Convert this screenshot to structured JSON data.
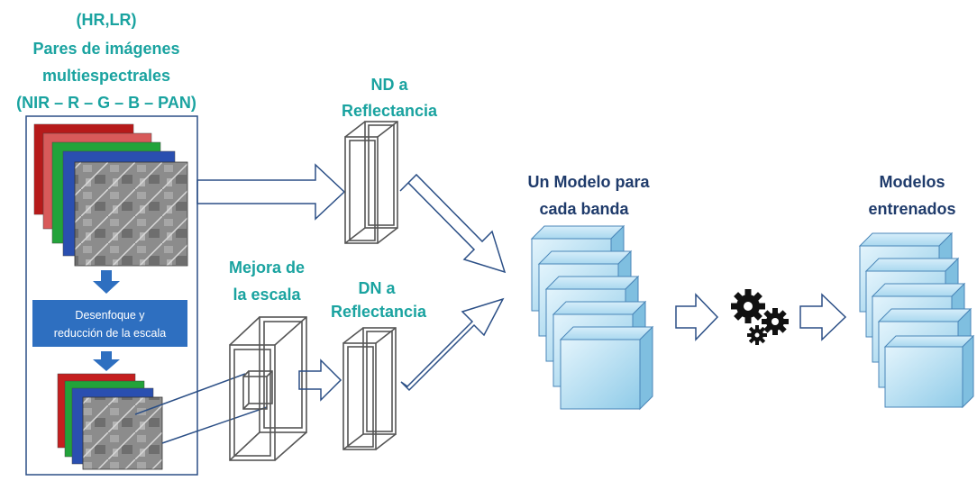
{
  "input_label": {
    "line1": "(HR,LR)",
    "line2": "Pares de imágenes",
    "line3": "multiespectrales",
    "line4": "(NIR – R – G – B – PAN)"
  },
  "process_box": {
    "line1": "Desenfoque y",
    "line2": "reducción de la escala"
  },
  "nd_label": {
    "line1": "ND a",
    "line2": "Reflectancia"
  },
  "dn_label": {
    "line1": "DN a",
    "line2": "Reflectancia"
  },
  "scale_label": {
    "line1": "Mejora de",
    "line2": "la escala"
  },
  "model_label": {
    "line1": "Un Modelo para",
    "line2": "cada banda"
  },
  "trained_label": {
    "line1": "Modelos",
    "line2": "entrenados"
  },
  "colors": {
    "teal": "#1aa3a0",
    "navy": "#1f3b6b",
    "process_box": "#2e6fc0",
    "cube_face": "#bfe3f5",
    "cube_edge": "#4a86b8",
    "arrow_outline": "#2b4f86"
  },
  "icons": [
    "image-stack-icon",
    "down-arrow-icon",
    "box-wireframe-icon",
    "cube-stack-icon",
    "gears-icon",
    "hollow-arrow-icon"
  ]
}
